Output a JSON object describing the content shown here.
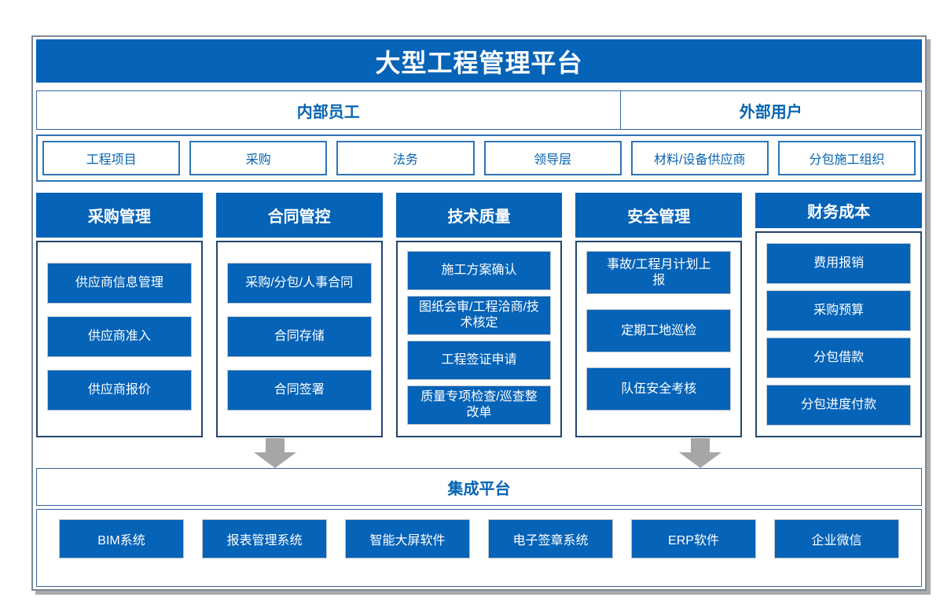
{
  "title": "大型工程管理平台",
  "colors": {
    "accent_blue": "#0563b8",
    "text_blue": "#0563b2",
    "border_slate": "#31639c",
    "arrow_gray": "#a6a6a6"
  },
  "audience": {
    "internal": "内部员工",
    "external": "外部用户"
  },
  "user_groups": [
    {
      "label": "工程项目"
    },
    {
      "label": "采购"
    },
    {
      "label": "法务"
    },
    {
      "label": "领导层"
    },
    {
      "label": "材料/设备供应商"
    },
    {
      "label": "分包施工组织"
    }
  ],
  "columns": [
    {
      "header": "采购管理",
      "items": [
        "供应商信息管理",
        "供应商准入",
        "供应商报价"
      ]
    },
    {
      "header": "合同管控",
      "items": [
        "采购/分包/人事合同",
        "合同存储",
        "合同签署"
      ]
    },
    {
      "header": "技术质量",
      "items": [
        "施工方案确认",
        "图纸会审/工程洽商/技术核定",
        "工程签证申请",
        "质量专项检查/巡查整改单"
      ]
    },
    {
      "header": "安全管理",
      "items": [
        "事故/工程月计划上报",
        "定期工地巡检",
        "队伍安全考核"
      ]
    },
    {
      "header": "财务成本",
      "items": [
        "费用报销",
        "采购预算",
        "分包借款",
        "分包进度付款"
      ]
    }
  ],
  "integration": {
    "label": "集成平台"
  },
  "systems": [
    {
      "label": "BIM系统"
    },
    {
      "label": "报表管理系统"
    },
    {
      "label": "智能大屏软件"
    },
    {
      "label": "电子签章系统"
    },
    {
      "label": "ERP软件"
    },
    {
      "label": "企业微信"
    }
  ]
}
